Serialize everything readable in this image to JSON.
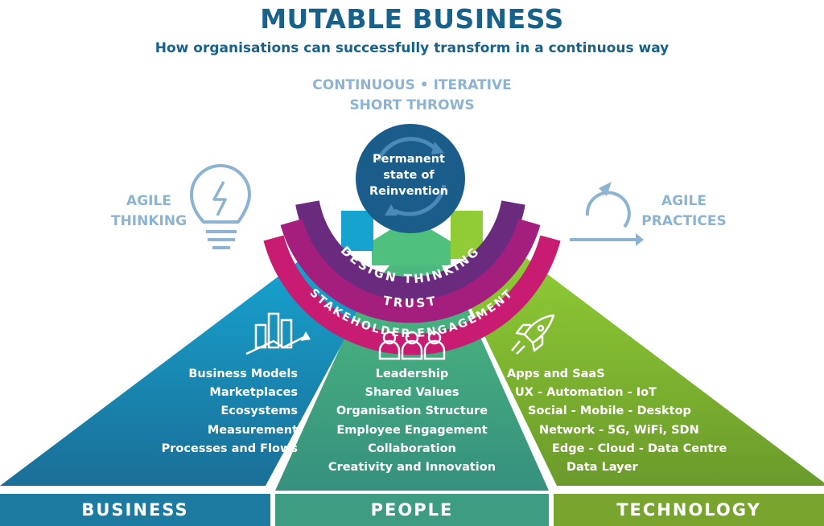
{
  "header": {
    "title": "MUTABLE BUSINESS",
    "subtitle": "How organisations can successfully transform in a continuous way"
  },
  "top_label": {
    "line1": "CONTINUOUS • ITERATIVE",
    "line2": "SHORT THROWS"
  },
  "center_circle": {
    "line1": "Permanent",
    "line2": "state of",
    "line3": "Reinvention"
  },
  "left_label": {
    "line1": "AGILE",
    "line2": "THINKING",
    "icon": "lightbulb-icon"
  },
  "right_label": {
    "line1": "AGILE",
    "line2": "PRACTICES",
    "icon": "cycle-arrows-icon"
  },
  "arcs": {
    "inner": "DESIGN THINKING",
    "middle": "TRUST",
    "outer": "STAKEHOLDER ENGAGEMENT"
  },
  "pillars": {
    "business": {
      "label": "BUSINESS",
      "icon": "city-growth-icon",
      "items": [
        "Business  Models",
        "Marketplaces",
        "Ecosystems",
        "Measurement",
        "Processes and Flows"
      ]
    },
    "people": {
      "label": "PEOPLE",
      "icon": "people-icon",
      "items": [
        "Leadership",
        "Shared Values",
        "Organisation Structure",
        "Employee Engagement",
        "Collaboration",
        "Creativity and Innovation"
      ]
    },
    "technology": {
      "label": "TECHNOLOGY",
      "icon": "rocket-icon",
      "items": [
        "Apps and SaaS",
        "UX - Automation - IoT",
        "Social - Mobile - Desktop",
        "Network - 5G, WiFi, SDN",
        "Edge - Cloud - Data Centre",
        "Data Layer"
      ]
    }
  },
  "colors": {
    "title": "#17618b",
    "light_blue": "#8db3d3",
    "business": "#1d7aa0",
    "people": "#3e9c82",
    "technology": "#79a52f",
    "arc_purple": "#6a2b7e",
    "arc_magenta": "#a41e7e",
    "arc_pink": "#c81c73",
    "circle": "#1b5d8a"
  }
}
